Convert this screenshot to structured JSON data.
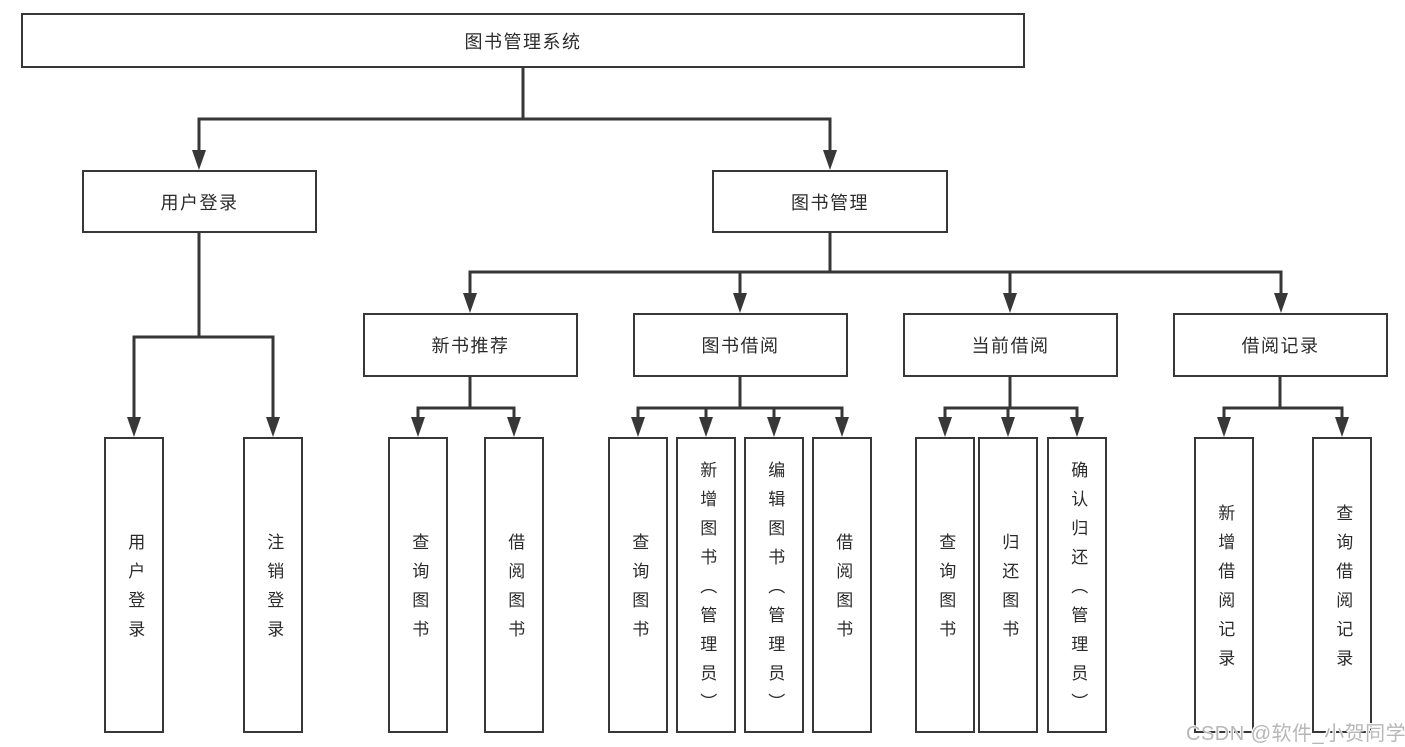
{
  "tree": {
    "root_label": "图书管理系统",
    "branches": [
      {
        "label": "用户登录",
        "children": [
          "用户登录",
          "注销登录"
        ]
      },
      {
        "label": "图书管理",
        "groups": [
          {
            "label": "新书推荐",
            "children": [
              "查询图书",
              "借阅图书"
            ]
          },
          {
            "label": "图书借阅",
            "children": [
              "查询图书",
              "新增图书（管理员）",
              "编辑图书（管理员）",
              "借阅图书"
            ]
          },
          {
            "label": "当前借阅",
            "children": [
              "查询图书",
              "归还图书",
              "确认归还（管理员）"
            ]
          },
          {
            "label": "借阅记录",
            "children": [
              "新增借阅记录",
              "查询借阅记录"
            ]
          }
        ]
      }
    ]
  },
  "watermark": {
    "text": "CSDN @软件_小贺同学"
  },
  "colors": {
    "line": "#373737",
    "text": "#2b2b2b",
    "watermark": "#b7b7b7",
    "background": "#ffffff"
  }
}
